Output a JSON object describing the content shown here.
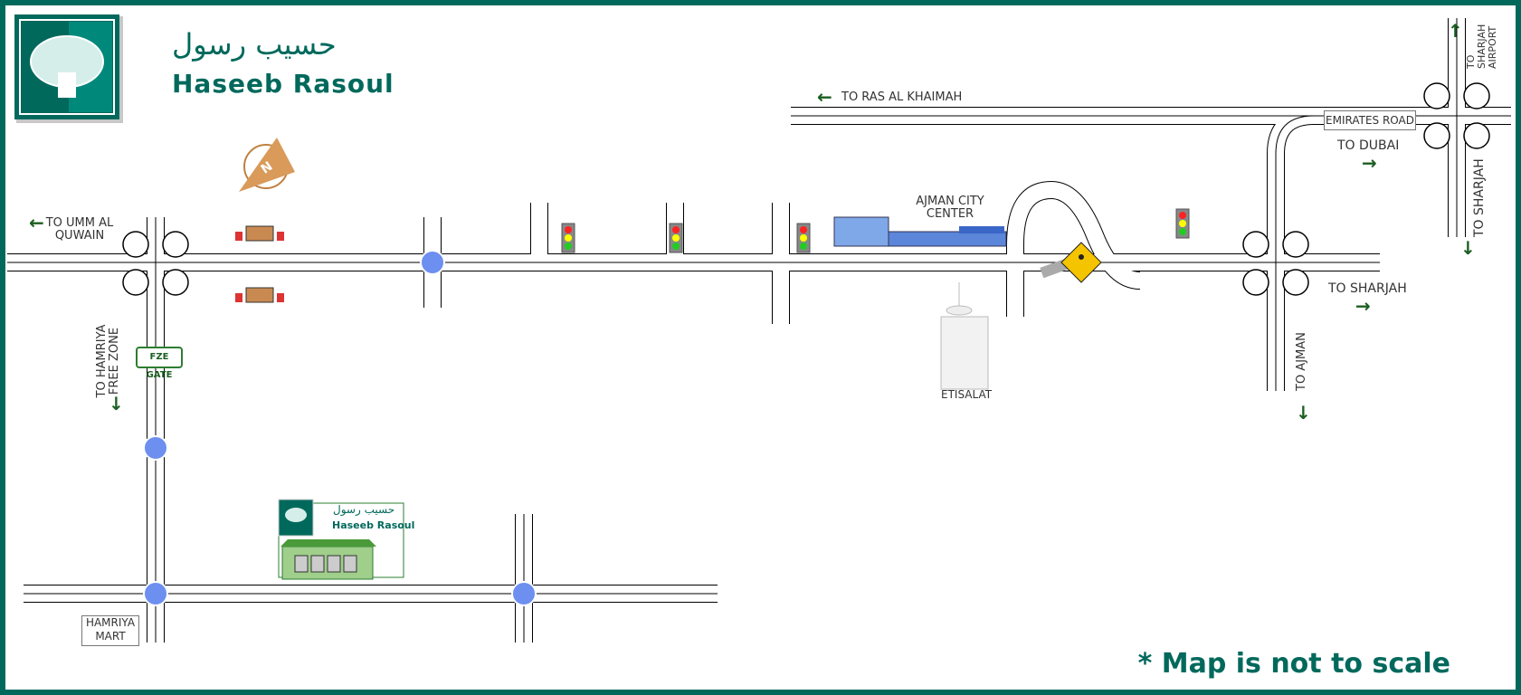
{
  "brand": {
    "arabic": "حسيب رسول",
    "english": "Haseeb Rasoul"
  },
  "compass": {
    "letter": "N"
  },
  "labels": {
    "to_ras_al_khaimah": "TO RAS AL KHAIMAH",
    "emirates_road": "EMIRATES ROAD",
    "to_dubai": "TO DUBAI",
    "to_sharjah_airport": "TO SHARJAH AIRPORT",
    "to_sharjah_vertical": "TO SHARJAH",
    "to_sharjah_east": "TO SHARJAH",
    "to_ajman": "TO AJMAN",
    "to_umm_al_quwain": "TO UMM AL QUWAIN",
    "to_hamriya_free_zone": "TO HAMRIYA FREE ZONE",
    "fze_gate": "FZE GATE",
    "ajman_city_center": "AJMAN CITY CENTER",
    "etisalat": "ETISALAT",
    "hamriya_mart": "HAMRIYA MART"
  },
  "destination": {
    "arabic": "حسيب رسول",
    "english": "Haseeb Rasoul"
  },
  "note": "* Map is not to scale",
  "colors": {
    "frame": "#00695c",
    "roundabout": "#6c8ff0",
    "arrow": "#1b5e20"
  }
}
